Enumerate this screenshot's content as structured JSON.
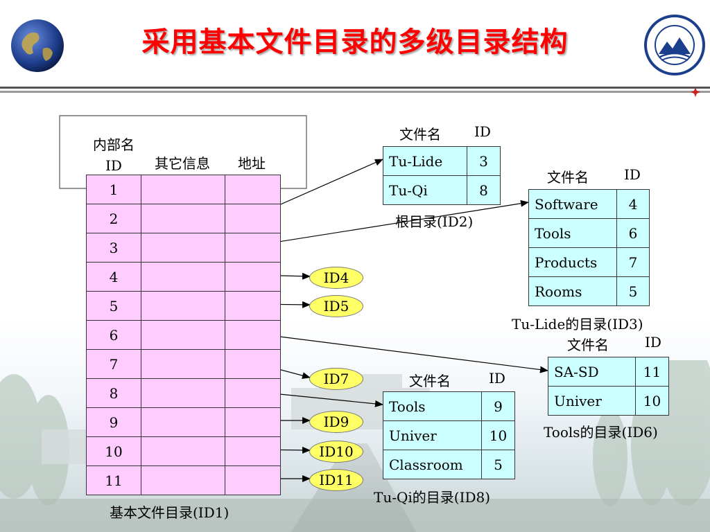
{
  "title": "采用基本文件目录的多级目录结构",
  "main_table": {
    "header_internal_name": "内部名",
    "header_id": "ID",
    "header_other_info": "其它信息",
    "header_address": "地址",
    "rows": [
      "1",
      "2",
      "3",
      "4",
      "5",
      "6",
      "7",
      "8",
      "9",
      "10",
      "11"
    ],
    "caption": "基本文件目录(ID1)"
  },
  "root_dir": {
    "header_name": "文件名",
    "header_id": "ID",
    "rows": [
      {
        "name": "Tu-Lide",
        "id": "3"
      },
      {
        "name": "Tu-Qi",
        "id": "8"
      }
    ],
    "caption": "根目录(ID2)"
  },
  "tulide_dir": {
    "header_name": "文件名",
    "header_id": "ID",
    "rows": [
      {
        "name": "Software",
        "id": "4"
      },
      {
        "name": "Tools",
        "id": "6"
      },
      {
        "name": "Products",
        "id": "7"
      },
      {
        "name": "Rooms",
        "id": "5"
      }
    ],
    "caption": "Tu-Lide的目录(ID3)"
  },
  "tools_dir": {
    "header_name": "文件名",
    "header_id": "ID",
    "rows": [
      {
        "name": "SA-SD",
        "id": "11"
      },
      {
        "name": "Univer",
        "id": "10"
      }
    ],
    "caption": "Tools的目录(ID6)"
  },
  "tuqi_dir": {
    "header_name": "文件名",
    "header_id": "ID",
    "rows": [
      {
        "name": "Tools",
        "id": "9"
      },
      {
        "name": "Univer",
        "id": "10"
      },
      {
        "name": "Classroom",
        "id": "5"
      }
    ],
    "caption": "Tu-Qi的目录(ID8)"
  },
  "ovals": [
    "ID4",
    "ID5",
    "ID7",
    "ID9",
    "ID10",
    "ID11"
  ],
  "colors": {
    "title": "#ff0000",
    "main_table_fill": "#ffccff",
    "dir_table_fill": "#ccffff",
    "oval_fill": "#ffff66"
  }
}
